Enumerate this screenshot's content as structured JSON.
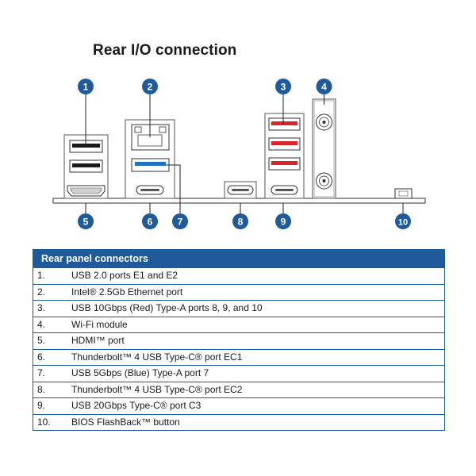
{
  "title": "Rear I/O connection",
  "colors": {
    "accent_blue": "#1f5a9b",
    "usb_red": "#d9262c",
    "usb_blue": "#1f6fc1",
    "usb_black": "#1a1a1a"
  },
  "badges": [
    "1",
    "2",
    "3",
    "4",
    "5",
    "6",
    "7",
    "8",
    "9",
    "10"
  ],
  "table": {
    "header": "Rear panel connectors",
    "rows": [
      {
        "num": "1.",
        "desc": "USB 2.0 ports E1 and E2"
      },
      {
        "num": "2.",
        "desc": "Intel® 2.5Gb Ethernet port"
      },
      {
        "num": "3.",
        "desc": "USB 10Gbps (Red) Type-A ports 8, 9, and 10"
      },
      {
        "num": "4.",
        "desc": "Wi-Fi module"
      },
      {
        "num": "5.",
        "desc": "HDMI™ port"
      },
      {
        "num": "6.",
        "desc": "Thunderbolt™ 4 USB Type-C® port EC1"
      },
      {
        "num": "7.",
        "desc": "USB 5Gbps (Blue) Type-A port 7"
      },
      {
        "num": "8.",
        "desc": "Thunderbolt™ 4 USB Type-C® port EC2"
      },
      {
        "num": "9.",
        "desc": "USB 20Gbps Type-C® port C3"
      },
      {
        "num": "10.",
        "desc": "BIOS FlashBack™ button"
      }
    ]
  }
}
